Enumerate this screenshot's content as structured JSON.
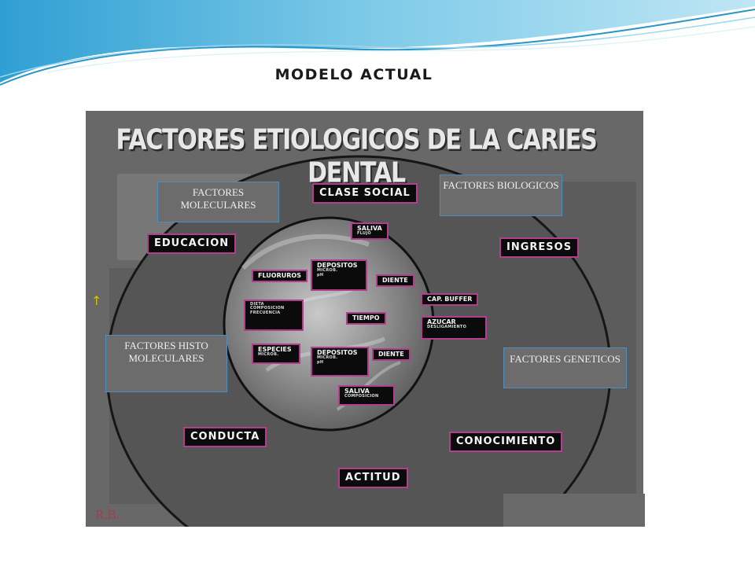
{
  "slide": {
    "title": "MODELO ACTUAL"
  },
  "diagram": {
    "title": "FACTORES ETIOLOGICOS DE LA CARIES DENTAL",
    "signature": "R.B.",
    "outer_labels": {
      "clase_social": "CLASE SOCIAL",
      "educacion": "EDUCACION",
      "ingresos": "INGRESOS",
      "conducta": "CONDUCTA",
      "conocimiento": "CONOCIMIENTO",
      "actitud": "ACTITUD"
    },
    "inner_labels": {
      "saliva_top": {
        "title": "SALIVA",
        "sub": "FLUJO"
      },
      "depositos_top": {
        "title": "DEPOSITOS",
        "sub1": "MICROB.",
        "sub2": "pH"
      },
      "fluoruros": "FLUORUROS",
      "diente_top": "DIENTE",
      "dieta": {
        "line1": "DIETA",
        "line2": "COMPOSICION",
        "line3": "FRECUENCIA"
      },
      "cap_buffer": "CAP. BUFFER",
      "tiempo": "TIEMPO",
      "azucar": {
        "title": "AZUCAR",
        "sub": "DESLIGAMIENTO"
      },
      "especies": {
        "title": "ESPECIES",
        "sub": "MICROB."
      },
      "depositos_bottom": {
        "title": "DEPOSITOS",
        "sub1": "MICROB.",
        "sub2": "pH"
      },
      "diente_bottom": "DIENTE",
      "saliva_bottom": {
        "title": "SALIVA",
        "sub": "COMPOSICION"
      }
    }
  },
  "notes": {
    "moleculares": "FACTORES MOLECULARES",
    "biologicos": "FACTORES BIOLOGICOS",
    "histo": "FACTORES HISTO MOLECULARES",
    "geneticos": "FACTORES GENETICOS"
  },
  "colors": {
    "wave_blue": "#3aa8d8",
    "panel": "#686868",
    "label_border": "#b23e8c",
    "note_border": "#4f8fbf"
  }
}
